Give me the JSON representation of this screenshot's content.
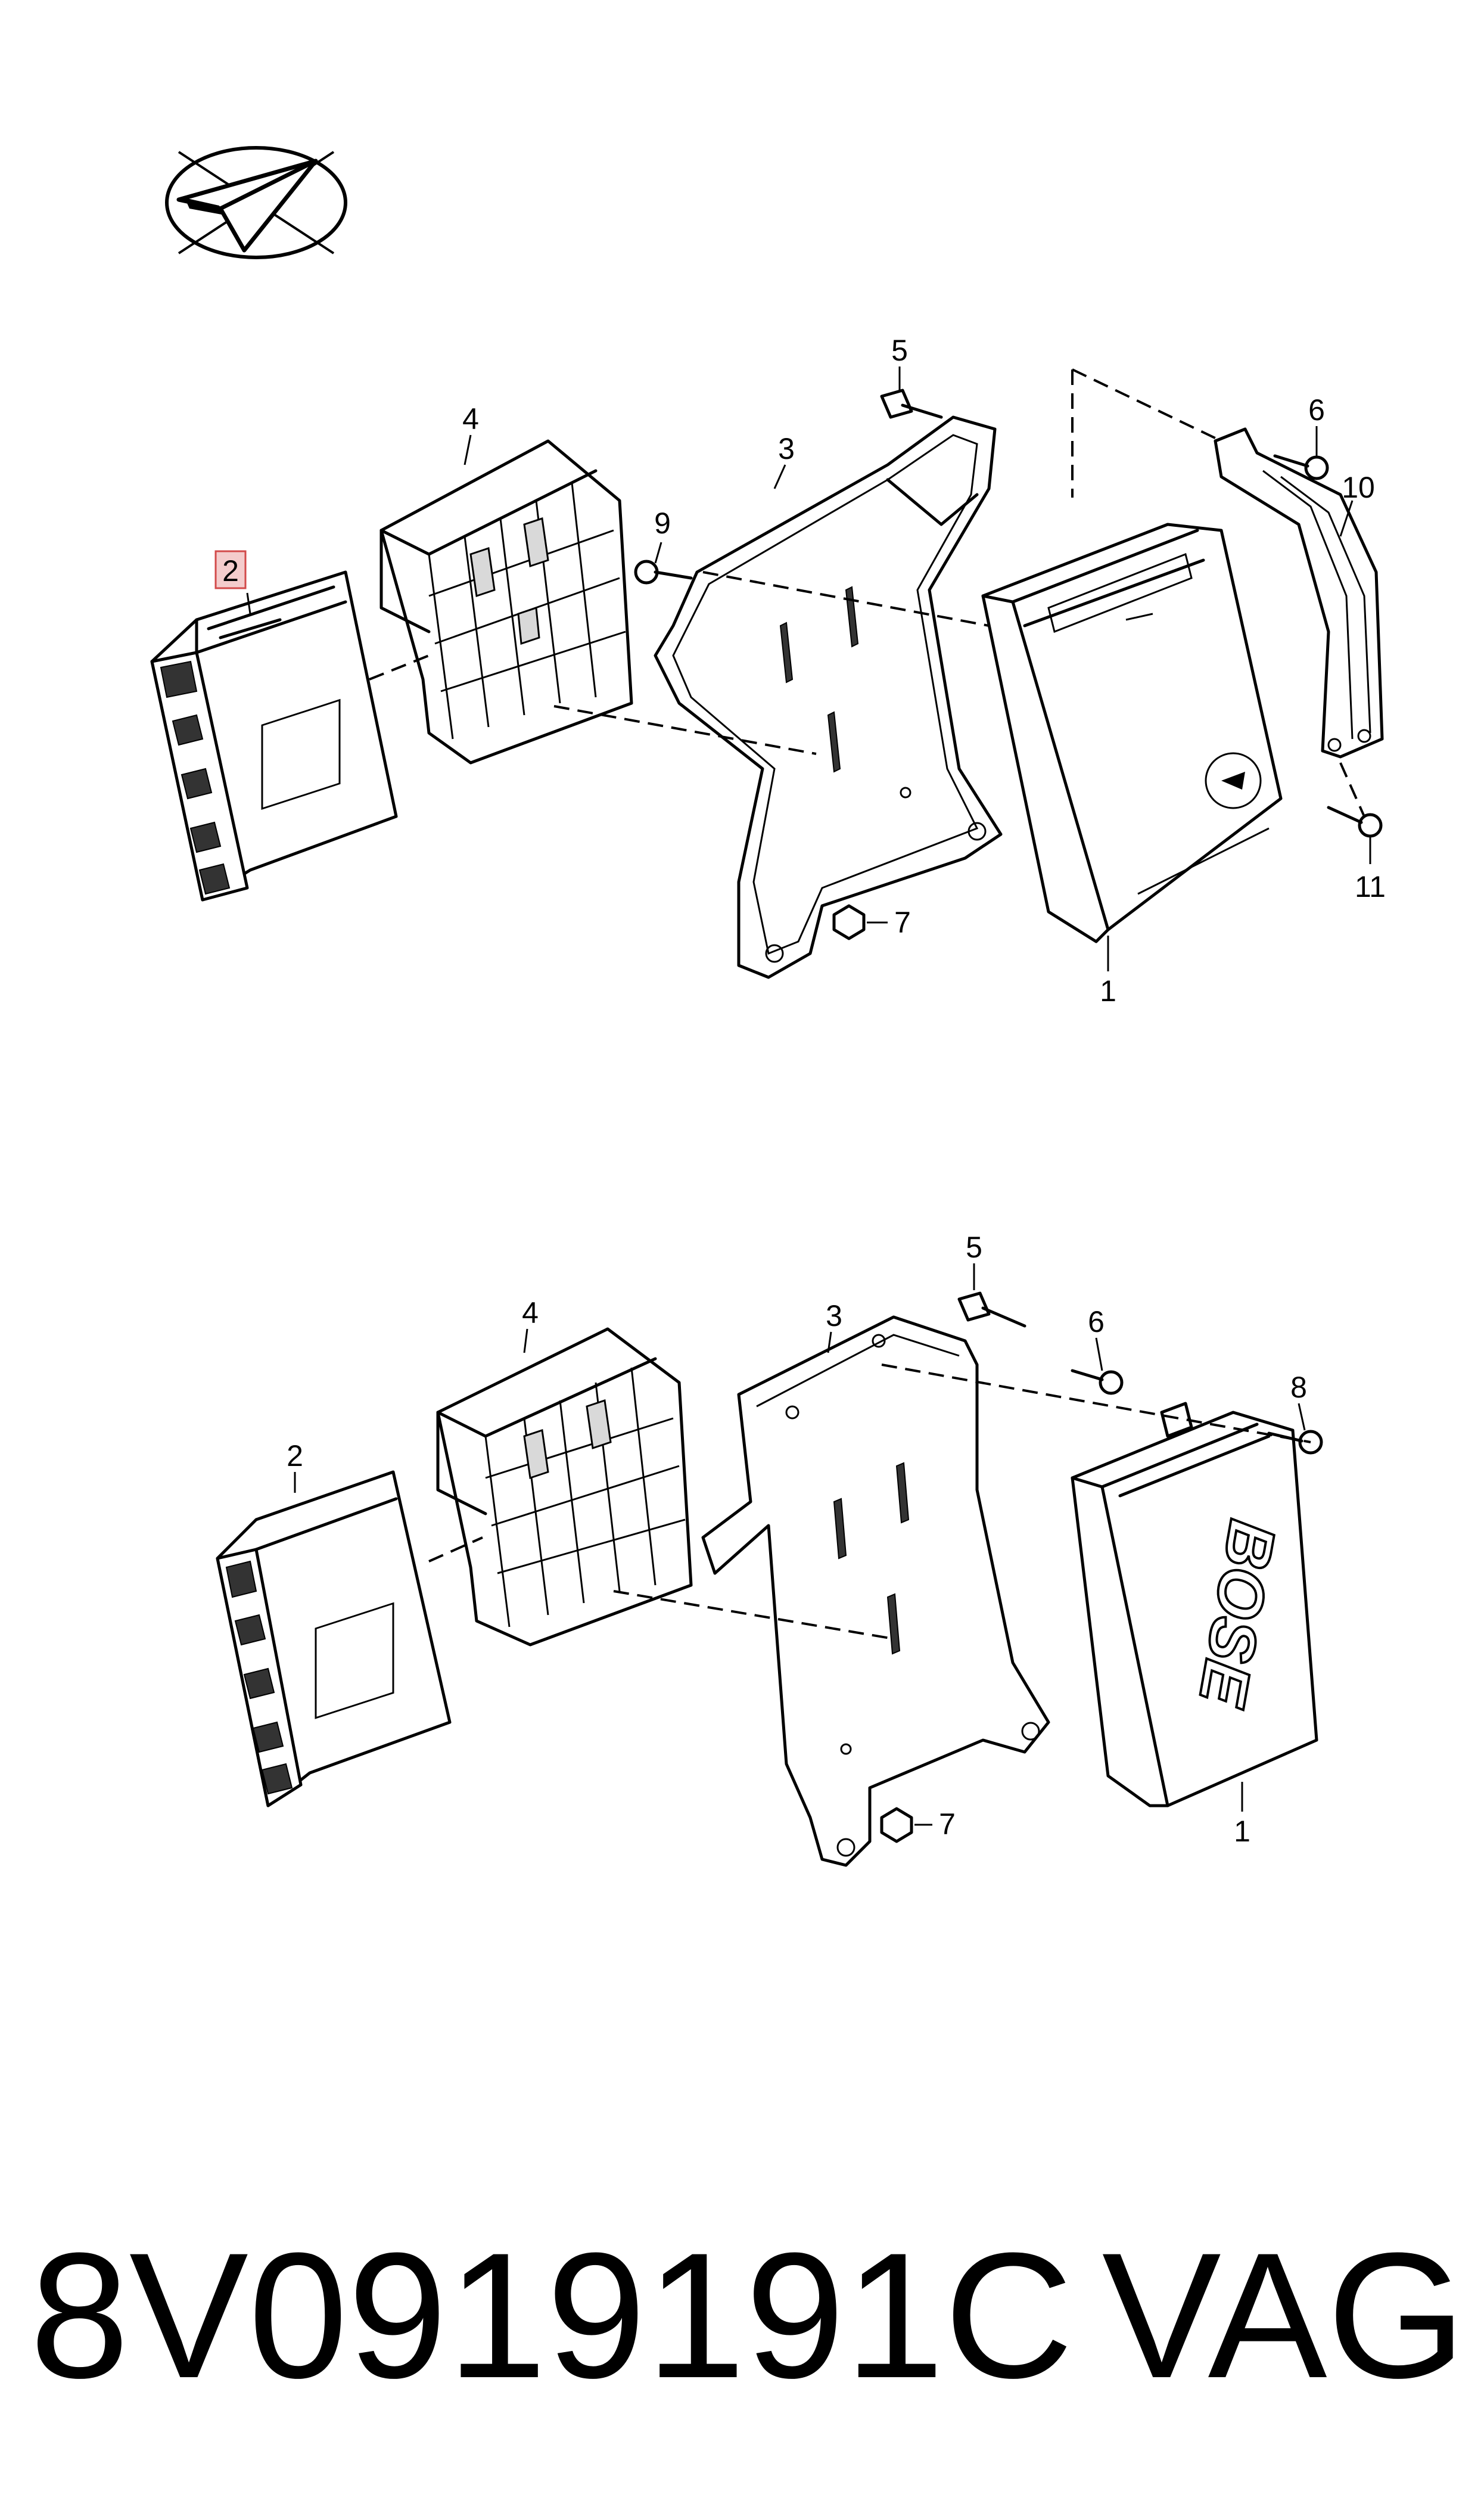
{
  "diagram": {
    "top": {
      "callouts": {
        "c1": "1",
        "c2": "2",
        "c3": "3",
        "c4": "4",
        "c5": "5",
        "c6": "6",
        "c7": "7",
        "c9": "9",
        "c10": "10",
        "c11": "11"
      },
      "highlighted_callout": "2",
      "highlight_color": "#f4cccc",
      "highlight_border": "#d24a4a"
    },
    "bottom": {
      "callouts": {
        "c1": "1",
        "c2": "2",
        "c3": "3",
        "c4": "4",
        "c5": "5",
        "c6": "6",
        "c7": "7",
        "c8": "8"
      },
      "amplifier_logo": "BOSE"
    },
    "logo_icon": "paper-plane-check-icon"
  },
  "footer": {
    "part_number": "8V0919191C",
    "brand": "VAG"
  }
}
